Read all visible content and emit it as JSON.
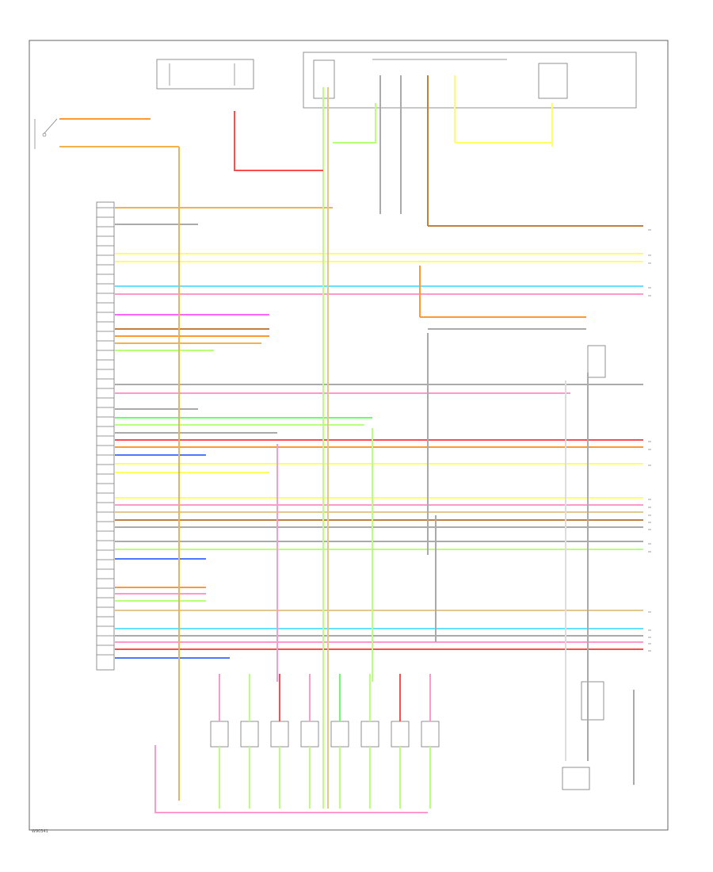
{
  "footer_code": "W90341",
  "wire_colors": {
    "org_yel": "#f4b24a",
    "yel": "#ffff66",
    "red": "#ff4d4d",
    "pink": "#ff99cc",
    "grn": "#66ff66",
    "lt_grn": "#b8ff7a",
    "blu": "#4d79ff",
    "lt_blu": "#66e0ff",
    "vio": "#ff66ff",
    "brn": "#c08040",
    "org": "#ff9933",
    "tan": "#e0c890",
    "gry": "#aaaaaa",
    "blk": "#666666",
    "wht": "#dddddd"
  },
  "left_pin_count": 48,
  "connector_count": 8
}
